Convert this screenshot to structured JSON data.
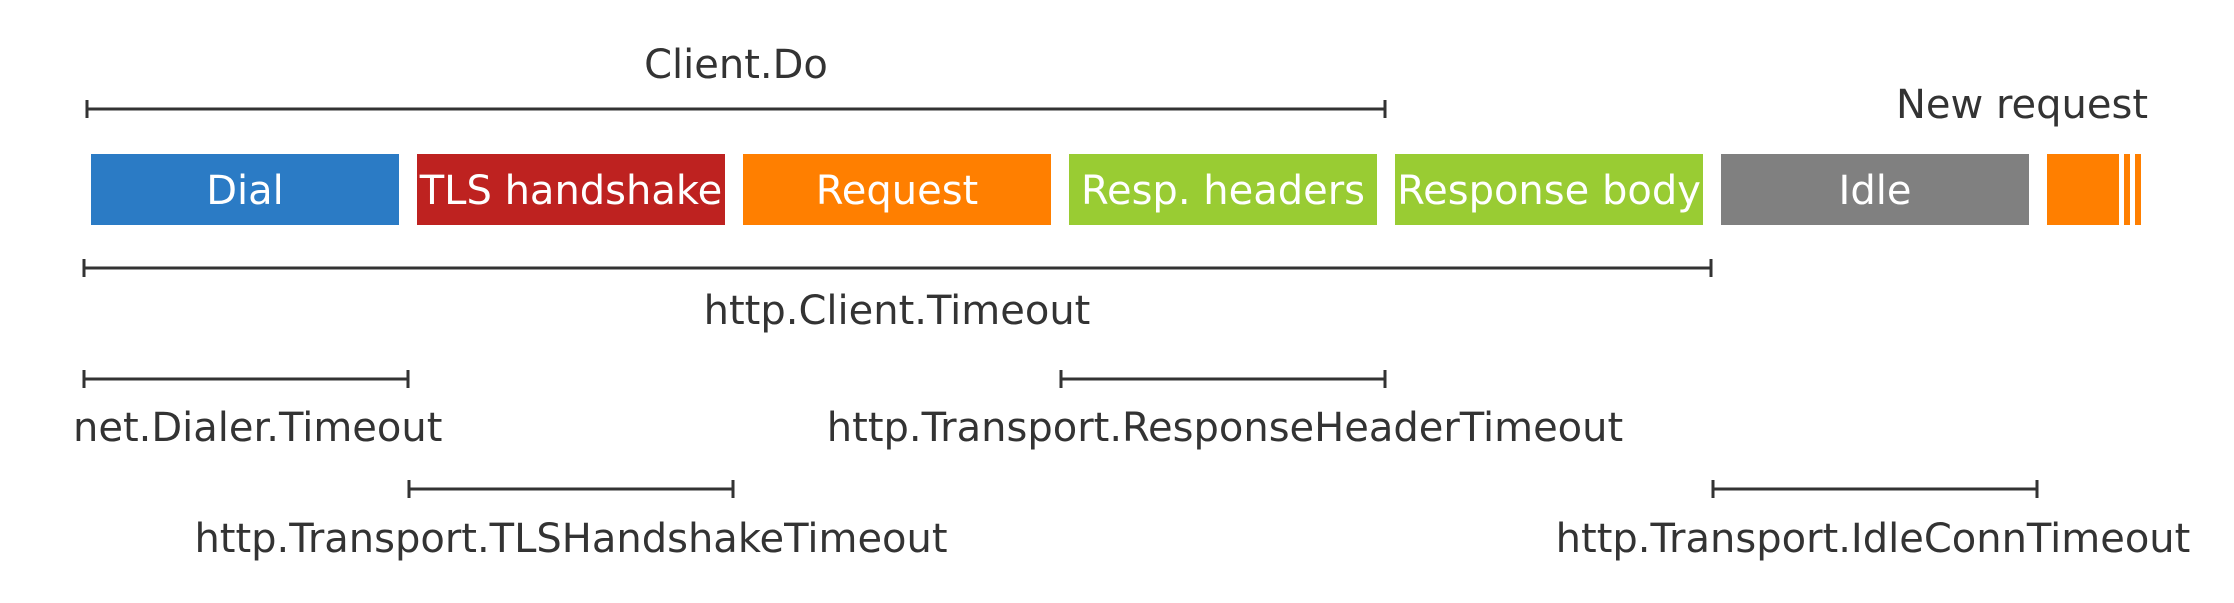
{
  "diagram": {
    "phases": [
      {
        "label": "Dial",
        "color": "#2B7BC5"
      },
      {
        "label": "TLS handshake",
        "color": "#BE2220"
      },
      {
        "label": "Request",
        "color": "#FF7F00"
      },
      {
        "label": "Resp. headers",
        "color": "#99CC33"
      },
      {
        "label": "Response body",
        "color": "#99CC33"
      },
      {
        "label": "Idle",
        "color": "#808080"
      }
    ],
    "new_request": {
      "label": "New request",
      "color": "#FF7F00"
    },
    "spans": [
      {
        "id": "client-do",
        "label": "Client.Do"
      },
      {
        "id": "http-client-timeout",
        "label": "http.Client.Timeout"
      },
      {
        "id": "net-dialer-timeout",
        "label": "net.Dialer.Timeout"
      },
      {
        "id": "response-header-timeout",
        "label": "http.Transport.ResponseHeaderTimeout"
      },
      {
        "id": "tls-handshake-timeout",
        "label": "http.Transport.TLSHandshakeTimeout"
      },
      {
        "id": "idle-conn-timeout",
        "label": "http.Transport.IdleConnTimeout"
      }
    ]
  }
}
